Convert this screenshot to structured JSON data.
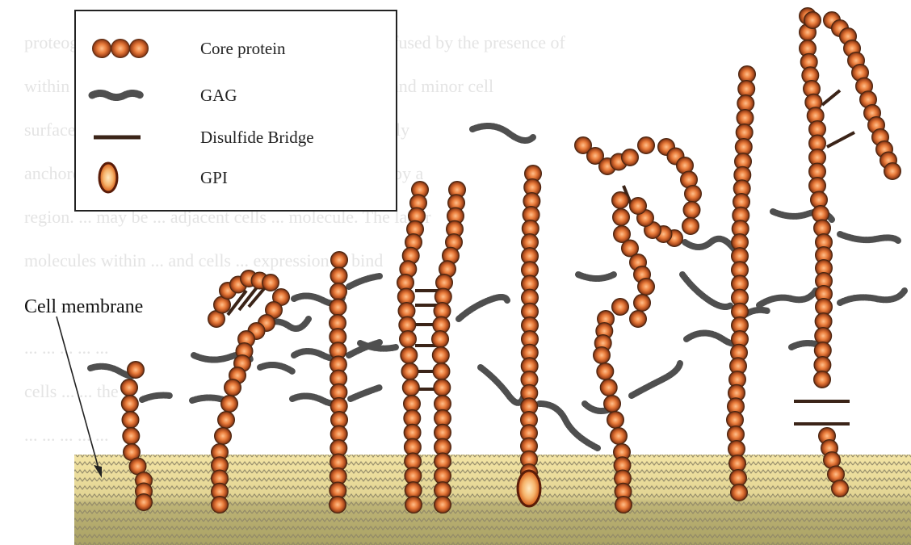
{
  "legend": {
    "items": [
      {
        "key": "core_protein",
        "label": "Core protein",
        "icon": "bead-chain-icon"
      },
      {
        "key": "gag",
        "label": "GAG",
        "icon": "wavy-chain-icon"
      },
      {
        "key": "disulfide",
        "label": "Disulfide Bridge",
        "icon": "bar-icon"
      },
      {
        "key": "gpi",
        "label": "GPI",
        "icon": "ellipse-anchor-icon"
      }
    ]
  },
  "annotations": {
    "cell_membrane": "Cell membrane"
  },
  "colors": {
    "bead_fill": "#e87a3a",
    "bead_edge": "#4a2410",
    "gag": "#4f4f4f",
    "bridge": "#3b2418",
    "membrane_top": "#f3e4a4",
    "membrane_bottom": "#b4ab6d",
    "membrane_pattern": "#8f8768",
    "gpi_fill": "#f6b36a",
    "gpi_edge": "#5a1c08"
  },
  "background_text_lines": [
    "proteoglycans (SDC) ... and their GAG chains is diffused by the presence of",
    "within protein on a ... shown in Figure ... the major and minor cell",
    "surface proteoglycans ... 32 kDa, namely the ... family",
    "anchored, whose N-... are more ... to the membrane by a",
    "region. ... may be ... adjacent cells ... molecule. The latter",
    "molecules within ... and cells ... expression ... bind",
    "... ... ... ... ...",
    "... ... ... ... ...",
    "cells ... ... the ... ... ...",
    "... ... ... ... ..."
  ]
}
